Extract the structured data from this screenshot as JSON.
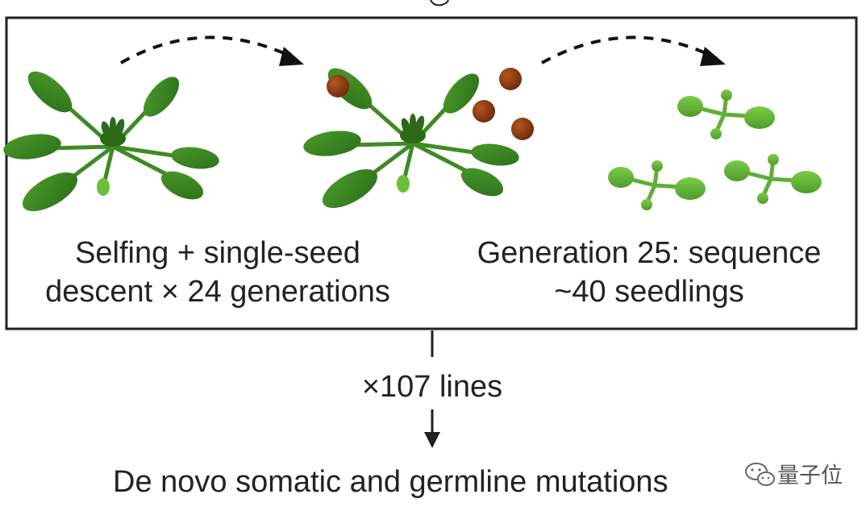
{
  "diagram": {
    "step_left": {
      "line1": "Selfing + single-seed",
      "line2": "descent × 24 generations"
    },
    "step_right": {
      "line1": "Generation 25: sequence",
      "line2": "~40 seedlings"
    },
    "multiplier": "×107 lines",
    "outcome": "De novo somatic and germline mutations"
  },
  "watermark": {
    "text": "量子位",
    "icon": "wechat-icon"
  },
  "colors": {
    "leaf_dark": "#2f7a1f",
    "leaf_light": "#6bbf3a",
    "seed": "#8a3a16",
    "frame": "#222222"
  }
}
